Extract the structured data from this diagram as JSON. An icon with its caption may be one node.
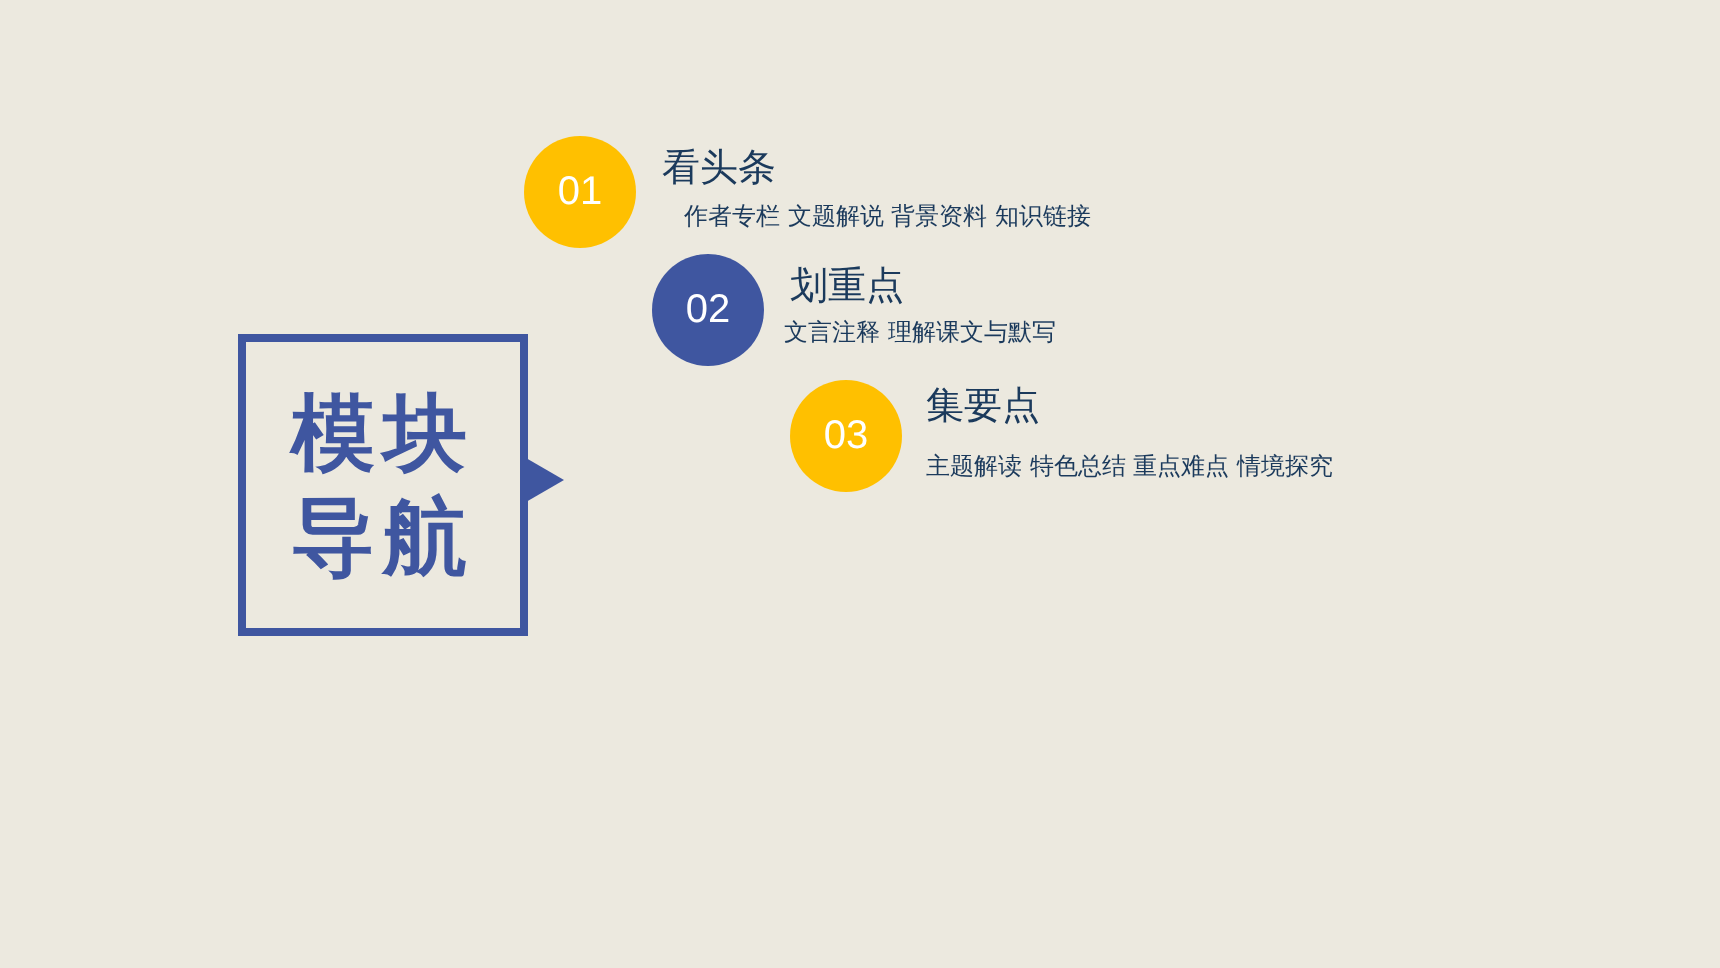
{
  "diagram": {
    "nodes": [
      {
        "text": [
          "模块导航"
        ]
      },
      {
        "text": [
          "01"
        ],
        "beside": [
          "看头条",
          "作者专栏 文题解说 背景资料 知识链接"
        ]
      },
      {
        "text": [
          "02"
        ],
        "beside": [
          "划重点",
          "文言注释 理解课文与默写"
        ]
      },
      {
        "text": [
          "03"
        ],
        "beside": [
          "集要点",
          "主题解读 特色总结 重点难点 情境探究"
        ]
      }
    ]
  }
}
